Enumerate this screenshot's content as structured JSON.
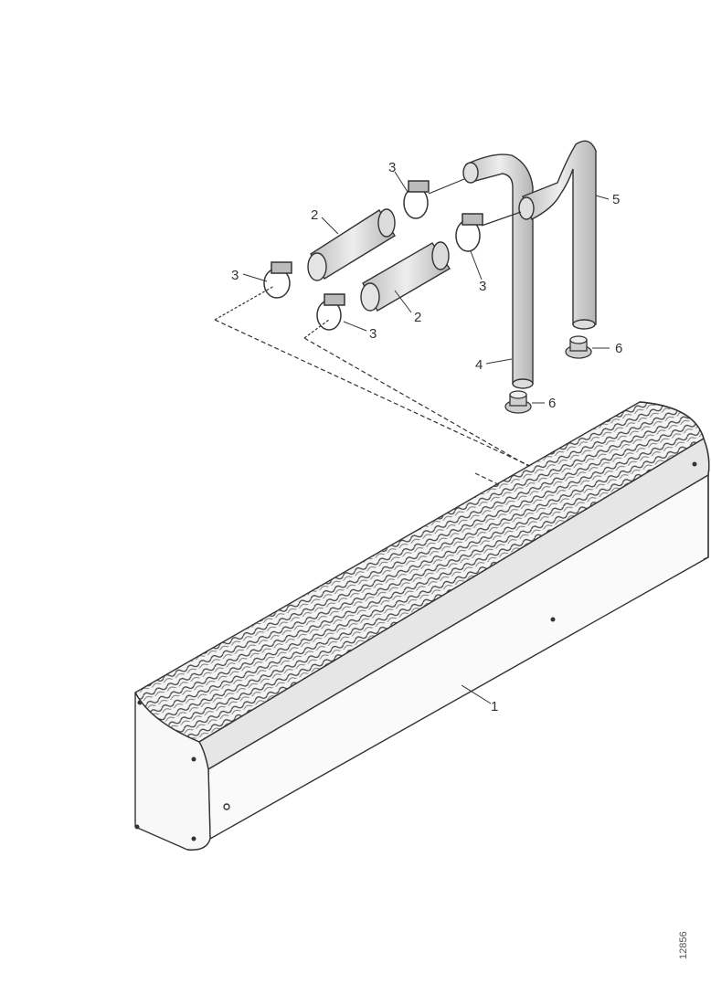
{
  "diagram": {
    "callouts": {
      "heater": "1",
      "hose_upper": "2",
      "hose_lower": "2",
      "clamp_upper_left": "3",
      "clamp_upper_right": "3",
      "clamp_lower_left": "3",
      "clamp_lower_right": "3",
      "pipe_left": "4",
      "pipe_right": "5",
      "grommet_left": "6",
      "grommet_right": "6"
    },
    "reference_code": "12856"
  }
}
